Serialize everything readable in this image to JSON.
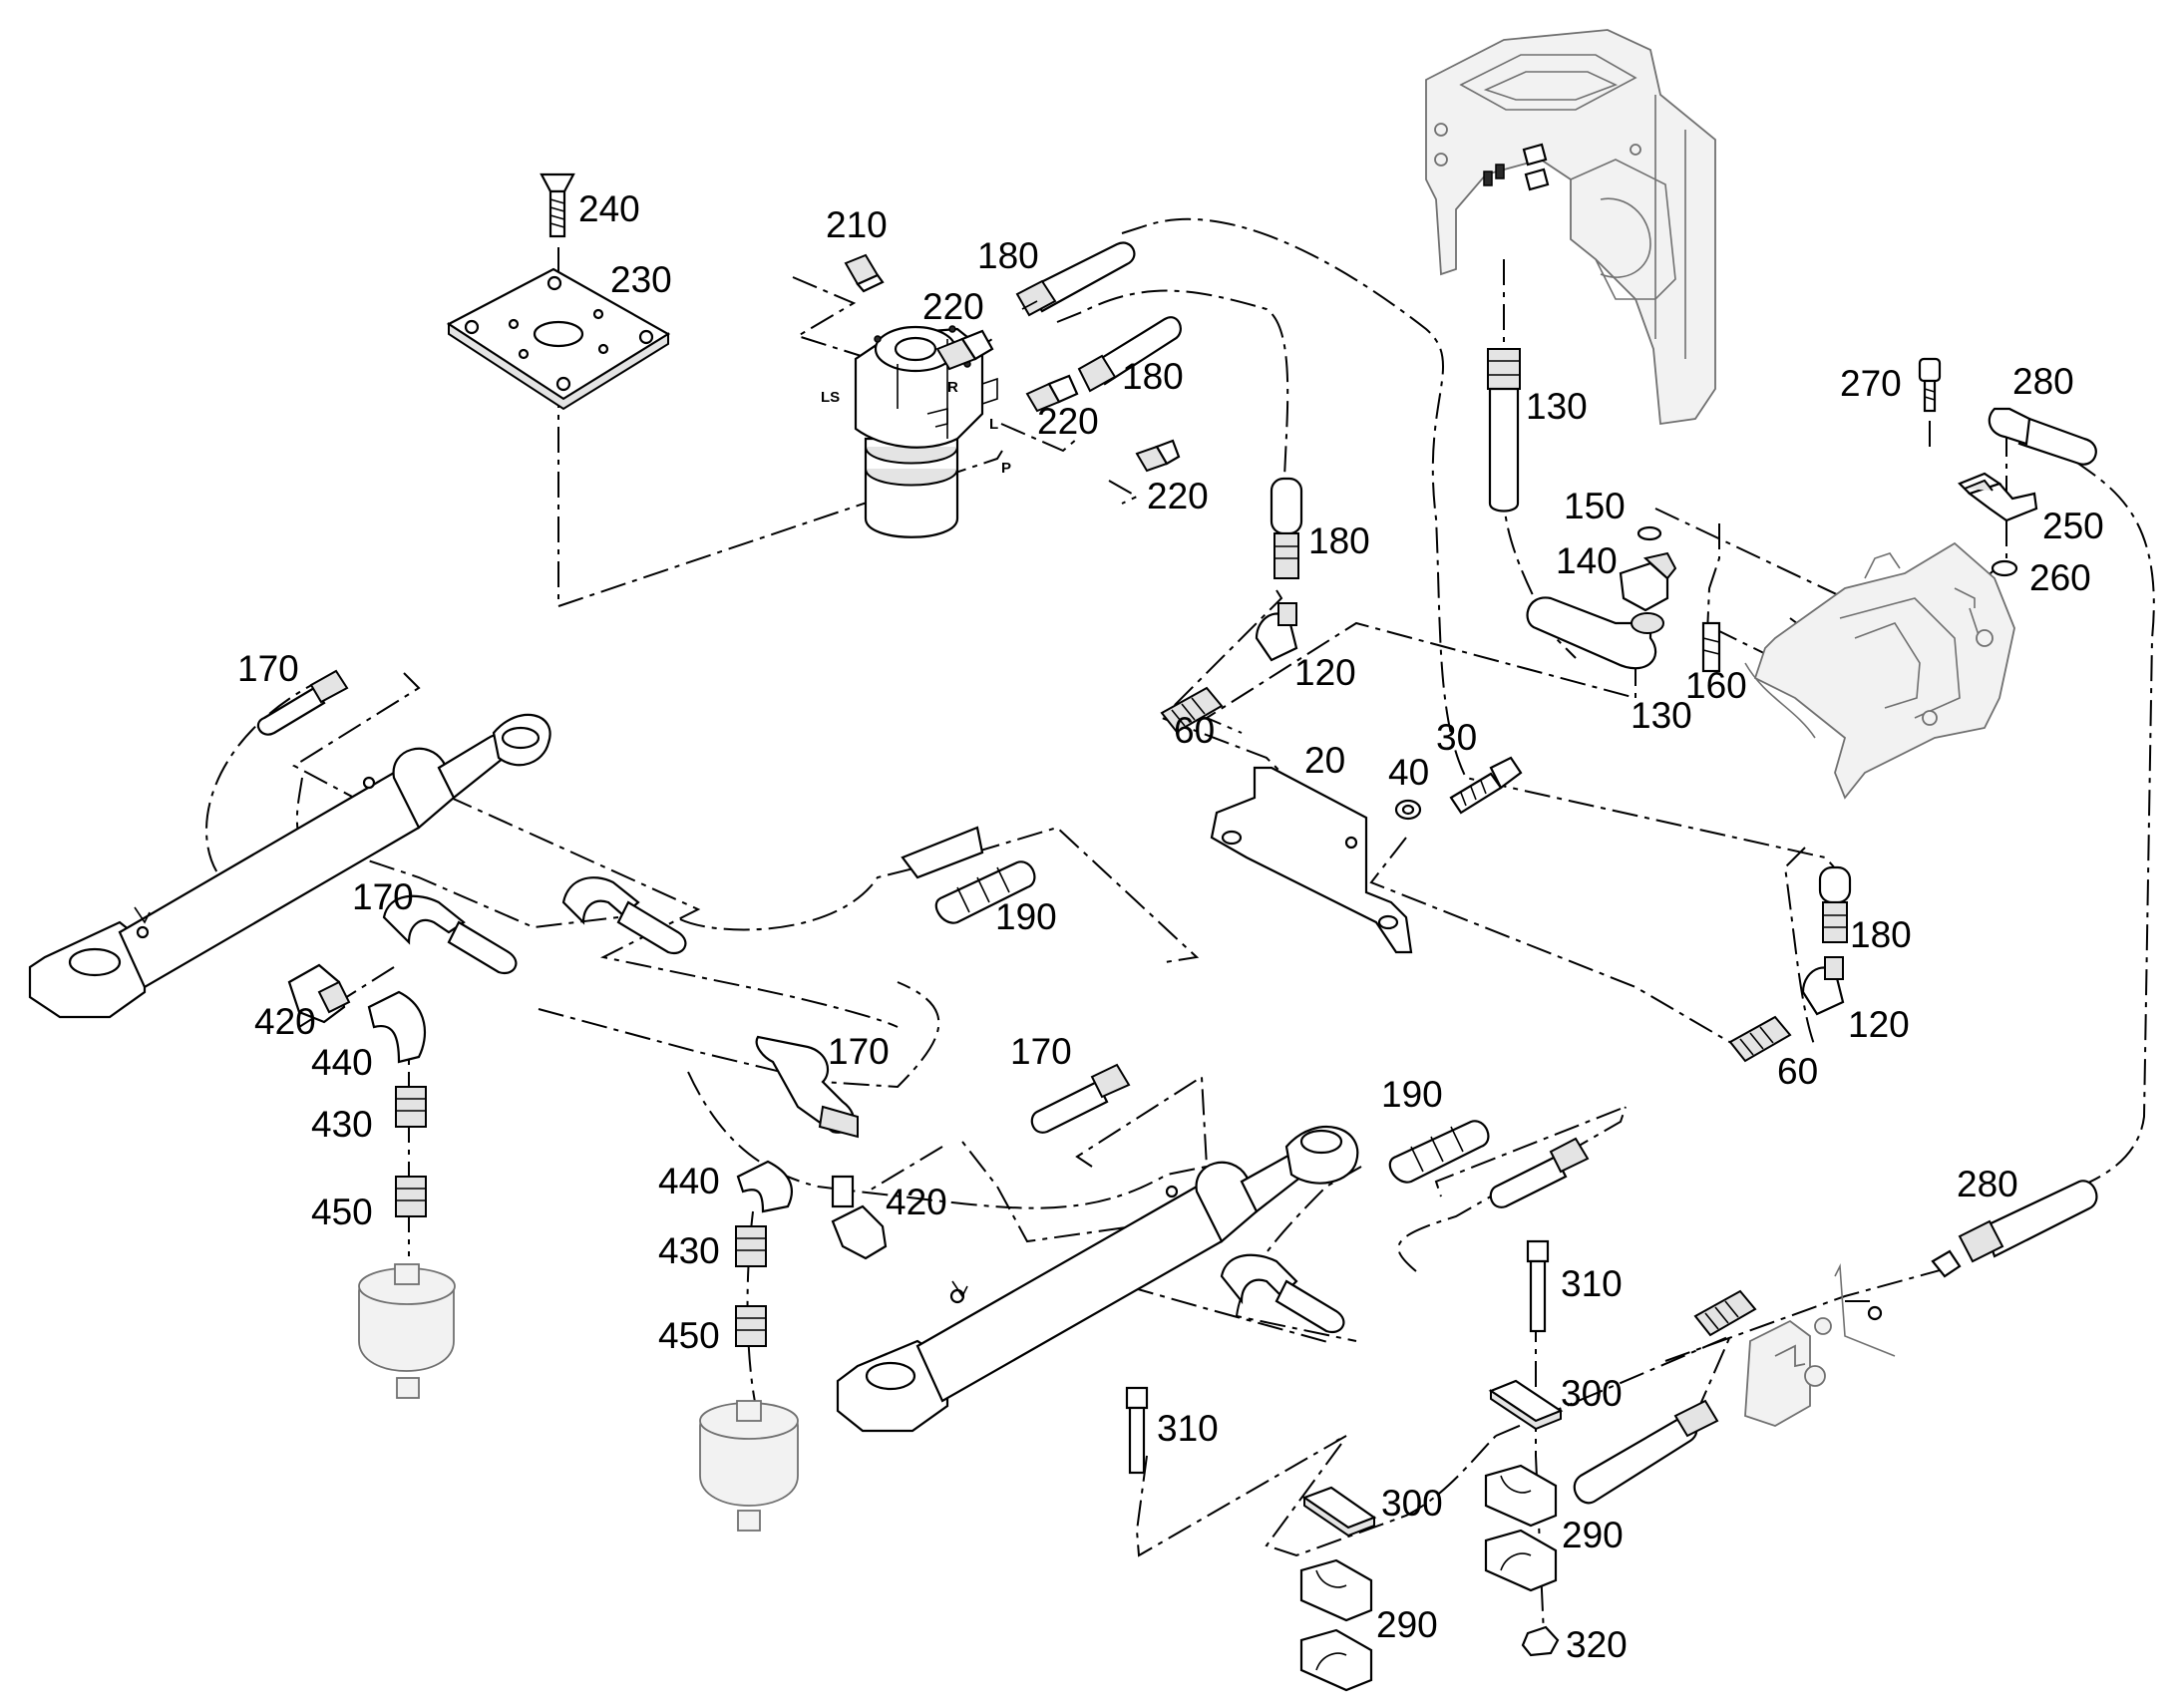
{
  "labels": {
    "p20": "20",
    "p30": "30",
    "p40": "40",
    "p60a": "60",
    "p60b": "60",
    "p120a": "120",
    "p120b": "120",
    "p130a": "130",
    "p130b": "130",
    "p140": "140",
    "p150": "150",
    "p160": "160",
    "p170a": "170",
    "p170b": "170",
    "p170c": "170",
    "p170d": "170",
    "p180a": "180",
    "p180b": "180",
    "p180c": "180",
    "p180d": "180",
    "p190a": "190",
    "p190b": "190",
    "p210": "210",
    "p220a": "220",
    "p220b": "220",
    "p220c": "220",
    "p230": "230",
    "p240": "240",
    "p250": "250",
    "p260": "260",
    "p270": "270",
    "p280a": "280",
    "p280b": "280",
    "p290a": "290",
    "p290b": "290",
    "p300a": "300",
    "p300b": "300",
    "p310a": "310",
    "p310b": "310",
    "p320": "320",
    "p420a": "420",
    "p420b": "420",
    "p430a": "430",
    "p430b": "430",
    "p440a": "440",
    "p440b": "440",
    "p450a": "450",
    "p450b": "450"
  },
  "ports": {
    "ls": "LS",
    "r": "R",
    "l": "L",
    "p": "P"
  }
}
